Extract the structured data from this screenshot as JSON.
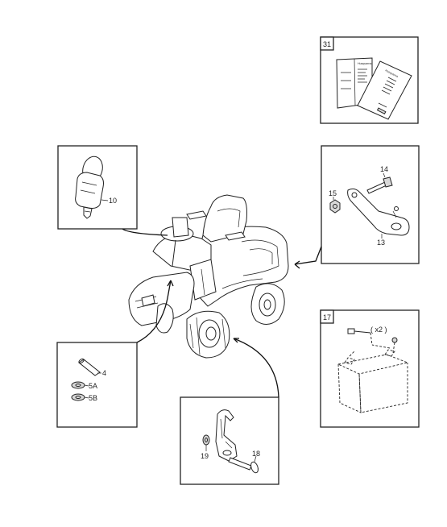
{
  "labels": {
    "box_documents": "31",
    "key": "10",
    "bolt_14": "14",
    "nut_15": "15",
    "bracket_13": "13",
    "battery_box": "17",
    "quantity": "( x2 )",
    "pin_4": "4",
    "washer_5a": "5A",
    "washer_5b": "5B",
    "washer_19": "19",
    "bolt_18": "18"
  },
  "documents": {
    "booklet_1_title": "Husqvarna",
    "booklet_2_title": "Husqvarna"
  }
}
